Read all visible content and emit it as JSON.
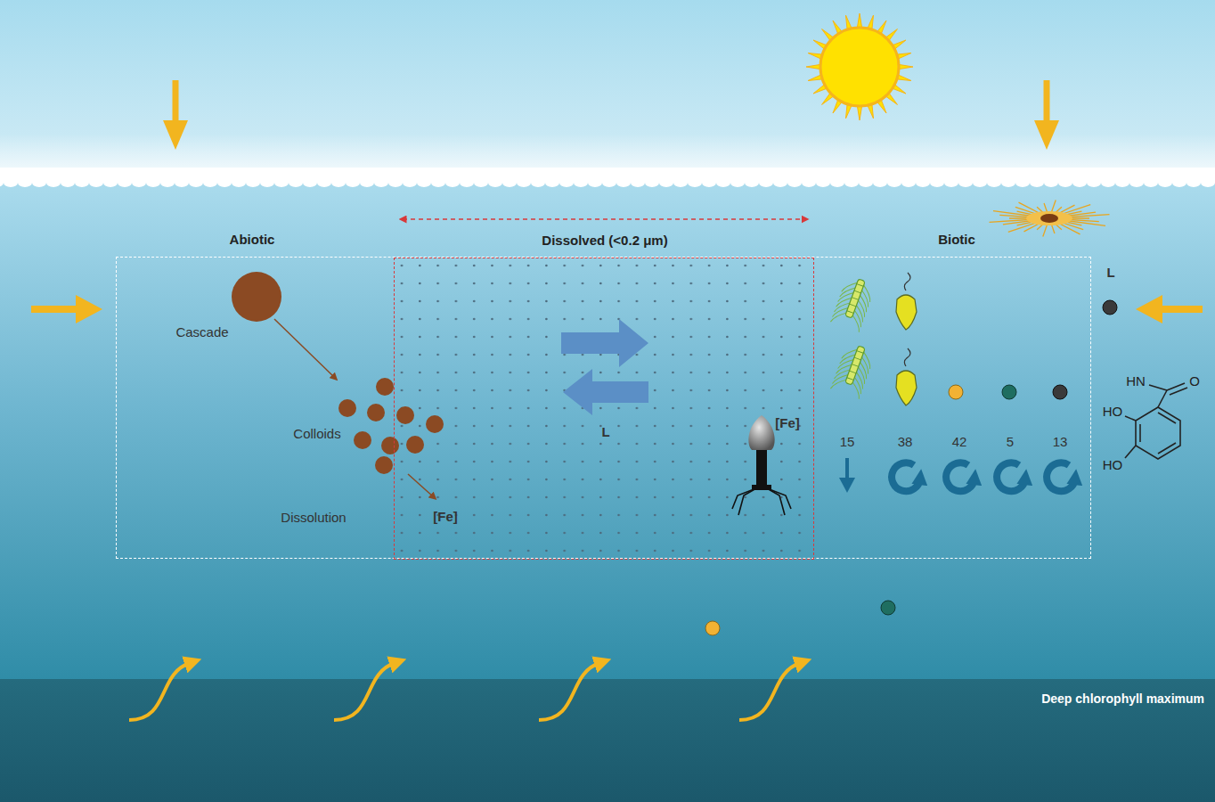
{
  "diagram": {
    "nodes": [
      {
        "text": [
          "Abiotic",
          "Biotic"
        ]
      },
      {
        "text": [
          "Dissolved (<0.2 μm)"
        ],
        "in": 0
      },
      {
        "text": [
          "Deep chlorophyll maximum"
        ]
      }
    ],
    "labels": [
      "L",
      "Cascade",
      "Colloids",
      "Dissolution",
      "[Fe]",
      "L",
      "[Fe]",
      "15",
      "38",
      "42",
      "5",
      "13",
      "HN",
      "O",
      "HO",
      "HO"
    ]
  }
}
